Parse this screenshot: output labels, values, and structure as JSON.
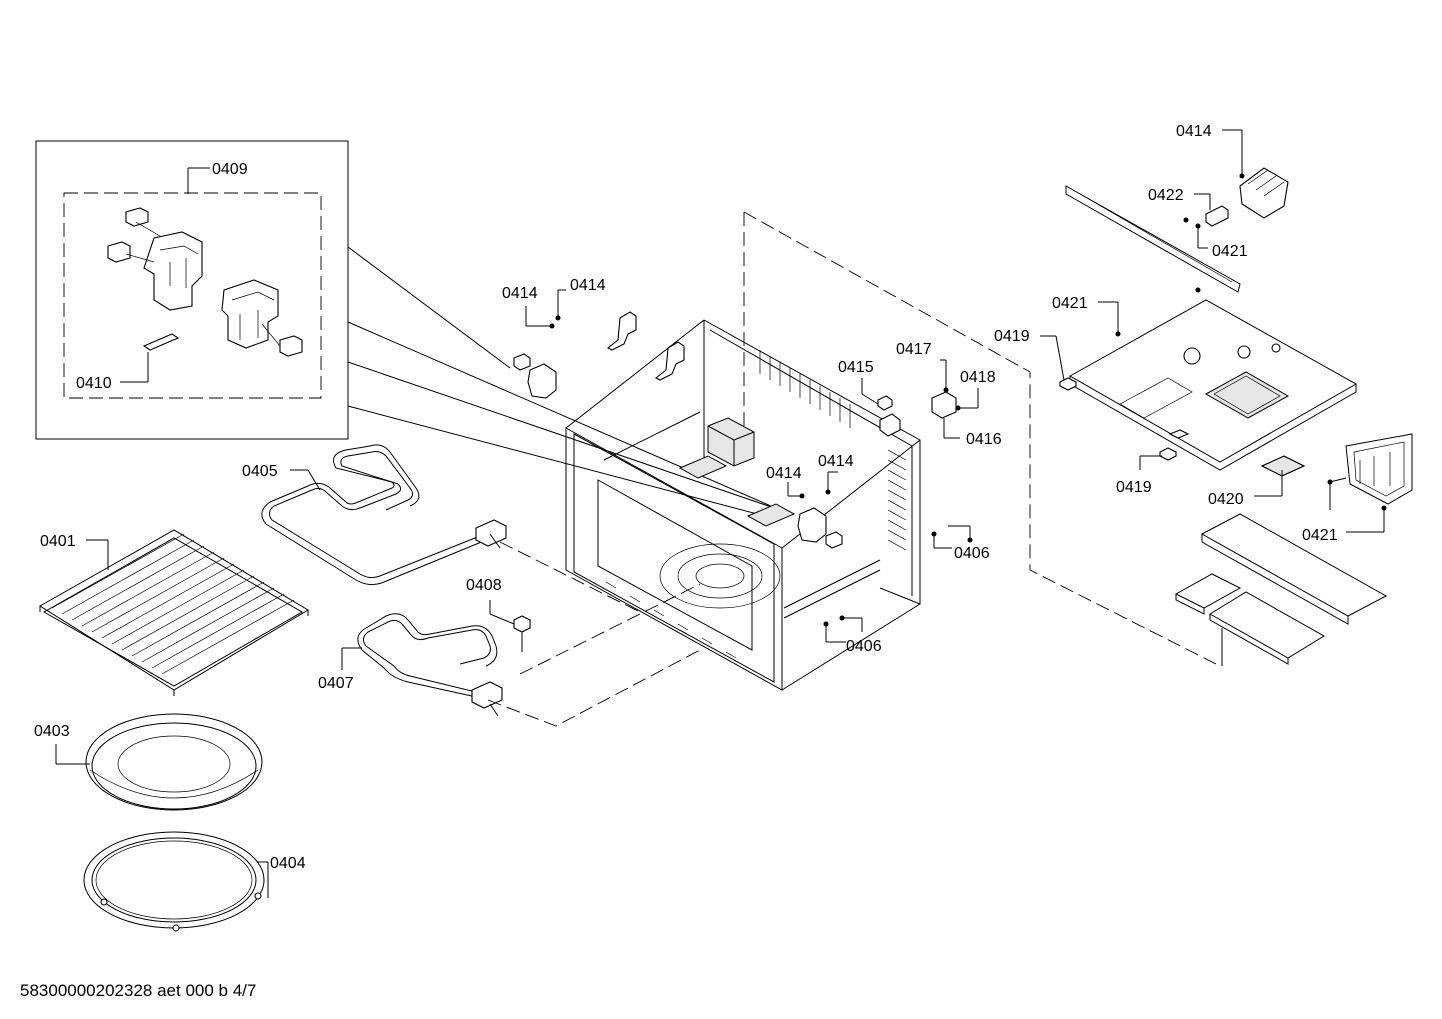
{
  "labels": {
    "l0401": "0401",
    "l0403": "0403",
    "l0404": "0404",
    "l0405": "0405",
    "l0406a": "0406",
    "l0406b": "0406",
    "l0407": "0407",
    "l0408": "0408",
    "l0409": "0409",
    "l0410": "0410",
    "l0414a": "0414",
    "l0414b": "0414",
    "l0414c": "0414",
    "l0414d": "0414",
    "l0414e": "0414",
    "l0415": "0415",
    "l0416": "0416",
    "l0417": "0417",
    "l0418": "0418",
    "l0419a": "0419",
    "l0419b": "0419",
    "l0420": "0420",
    "l0421a": "0421",
    "l0421b": "0421",
    "l0421c": "0421",
    "l0422": "0422"
  },
  "footer": {
    "drawing_id": "58300000202328 aet 000 b 4/7"
  }
}
